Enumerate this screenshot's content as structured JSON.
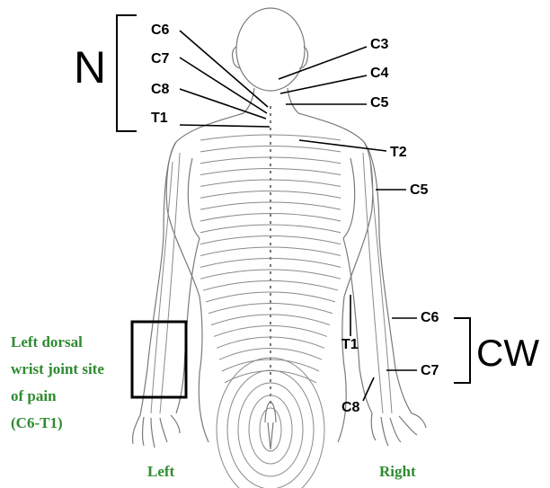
{
  "group_labels": {
    "neck": "N",
    "chest_wall": "CW"
  },
  "dermatome_labels": {
    "c6_neck": "C6",
    "c7_neck": "C7",
    "c8_neck": "C8",
    "t1_neck": "T1",
    "c3": "C3",
    "c4": "C4",
    "c5_neck": "C5",
    "t2": "T2",
    "c5_arm": "C5",
    "c6_arm": "C6",
    "t1_arm": "T1",
    "c7_arm": "C7",
    "c8_arm": "C8"
  },
  "pain_annotation": {
    "lines": [
      "Left dorsal",
      "wrist joint site",
      "of pain",
      "(C6-T1)"
    ]
  },
  "side_labels": {
    "left": "Left",
    "right": "Right"
  },
  "colors": {
    "annotation_green": "#2e8b30",
    "ink": "#000000",
    "sketch": "#7a7a7a"
  }
}
